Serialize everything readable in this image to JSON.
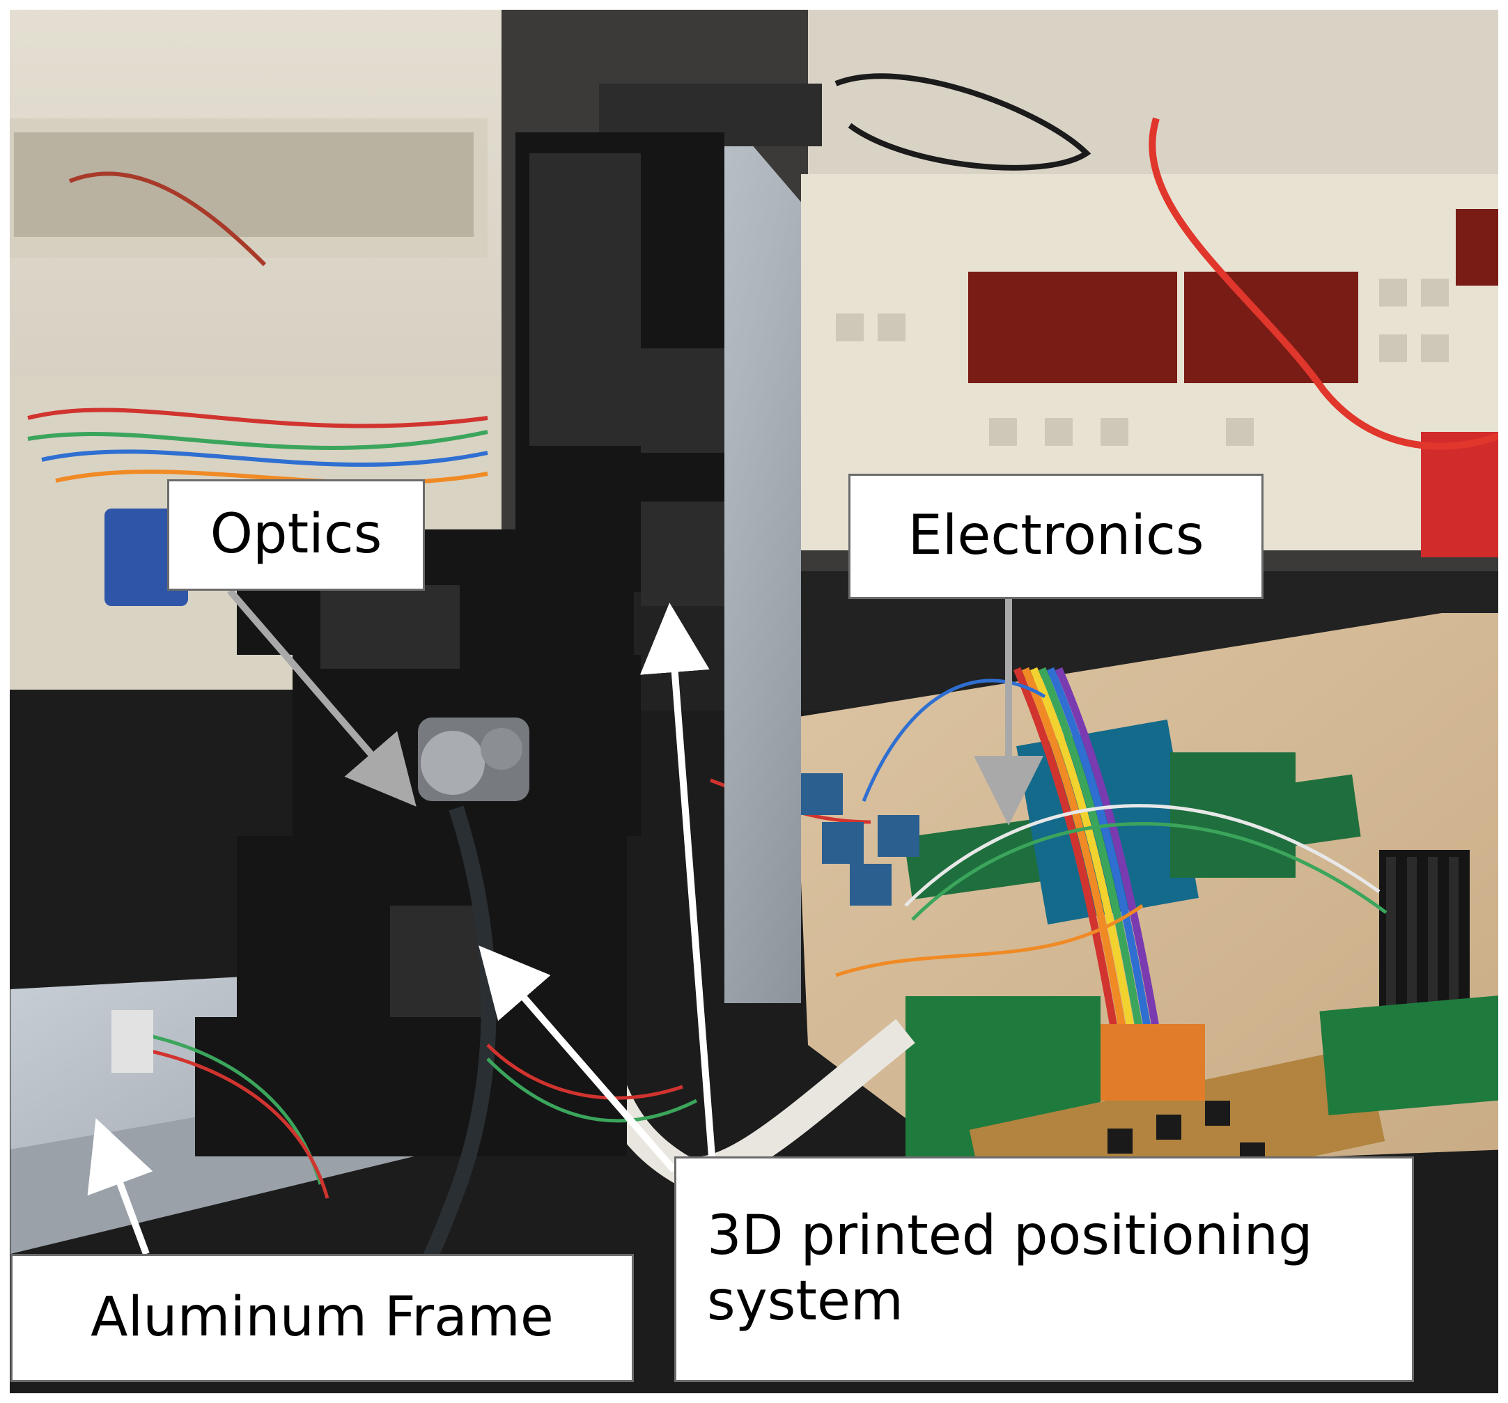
{
  "figure": {
    "labels": {
      "optics": "Optics",
      "electronics": "Electronics",
      "aluminum_frame": "Aluminum Frame",
      "positioning_line1": "3D printed positioning",
      "positioning_line2": "system"
    },
    "colors": {
      "label_background": "#ffffff",
      "label_border": "#6b6b6b",
      "arrow_white": "#ffffff",
      "arrow_gray": "#a9a9a9",
      "ribbon_cable": [
        "#d1342f",
        "#f08a24",
        "#f2d22e",
        "#3ba55c",
        "#2f6fd1",
        "#7a3bb0"
      ]
    }
  }
}
